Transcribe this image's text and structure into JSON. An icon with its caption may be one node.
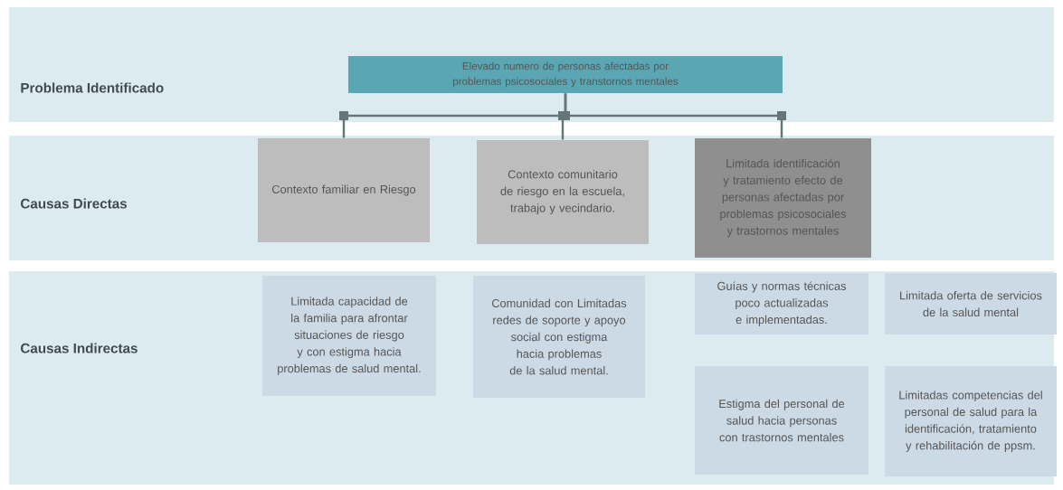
{
  "diagram": {
    "nodes": [
      {
        "text": [
          "Problema Identificado"
        ]
      },
      {
        "text": [
          "Causas Directas"
        ]
      },
      {
        "text": [
          "Causas Indirectas"
        ]
      },
      {
        "text": [
          "Elevado numero de personas afectadas por problemas psicosociales y transtornos mentales"
        ],
        "in": 0
      },
      {
        "text": [
          "Contexto familiar en Riesgo"
        ],
        "in": 1
      },
      {
        "text": [
          "Contexto comunitario de riesgo en la escuela, trabajo y vecindario."
        ],
        "in": 1
      },
      {
        "text": [
          "Limitada identificación y tratamiento efecto de personas afectadas por problemas psicosociales y trastornos mentales"
        ],
        "in": 1
      },
      {
        "text": [
          "Limitada capacidad de la familia para afrontar situaciones de riesgo y con estigma hacia problemas de salud mental."
        ],
        "in": 2
      },
      {
        "text": [
          "Comunidad con Limitadas redes de soporte y apoyo social con estigma hacia problemas de la salud mental."
        ],
        "in": 2
      },
      {
        "text": [
          "Guías y normas técnicas poco actualizadas e implementadas."
        ],
        "in": 2
      },
      {
        "text": [
          "Limitada oferta de servicios de la salud mental"
        ],
        "in": 2
      },
      {
        "text": [
          "Estigma del personal de salud hacia personas con trastornos mentales"
        ],
        "in": 2
      },
      {
        "text": [
          "Limitadas competencias del personal de salud para la identificación, tratamiento y rehabilitación de ppsm."
        ],
        "in": 2
      }
    ],
    "edges": [
      {
        "from": 3,
        "to": 4,
        "arrow": "none"
      },
      {
        "from": 3,
        "to": 5,
        "arrow": "none"
      },
      {
        "from": 3,
        "to": 6,
        "arrow": "none"
      }
    ]
  }
}
